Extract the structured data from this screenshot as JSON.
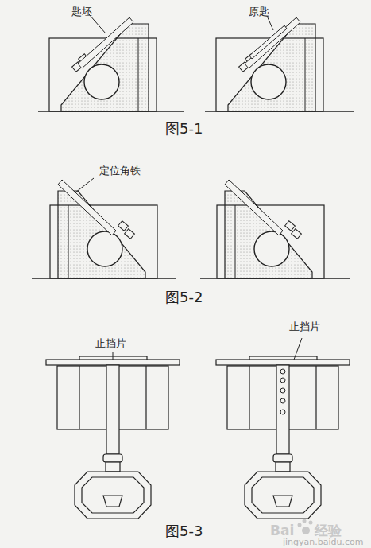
{
  "diagram": {
    "labels": [
      "匙坯",
      "原匙",
      "图5-1",
      "定位角铁",
      "图5-2",
      "止挡片",
      "止挡片",
      "图5-3",
      "Bai",
      "经验",
      "jingyan.baidu.com"
    ]
  }
}
